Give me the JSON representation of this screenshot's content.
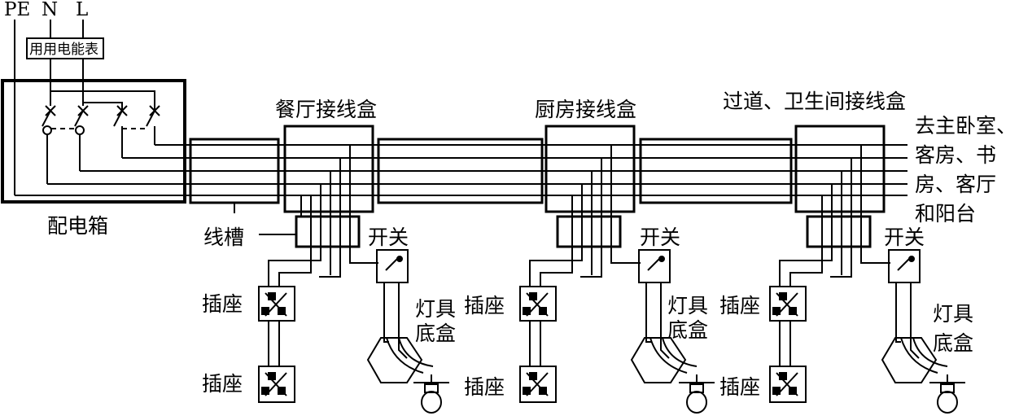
{
  "supply": {
    "pe": "PE",
    "n": "N",
    "l": "L"
  },
  "meter": {
    "label": "用用电能表"
  },
  "panel": {
    "label": "配电箱"
  },
  "trough": {
    "label": "线槽"
  },
  "junction_boxes": [
    {
      "label": "餐厅接线盒"
    },
    {
      "label": "厨房接线盒"
    },
    {
      "label": "过道、卫生间接线盒"
    }
  ],
  "destination": {
    "lines": [
      "去主卧室、",
      "客房、书",
      "房、客厅",
      "和阳台"
    ]
  },
  "switch_label": "开关",
  "socket_label": "插座",
  "lamp_label": {
    "line1": "灯具",
    "line2": "底盒"
  }
}
